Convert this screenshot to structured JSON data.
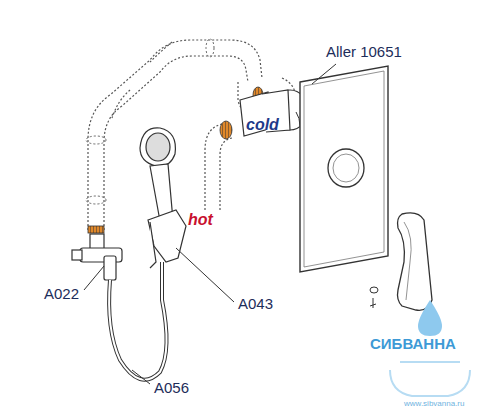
{
  "diagram": {
    "labels": [
      "Aller 10651",
      "cold",
      "hot",
      "A022",
      "A043",
      "A056",
      "СИБВАННА",
      "www.sibvanna.ru"
    ]
  }
}
